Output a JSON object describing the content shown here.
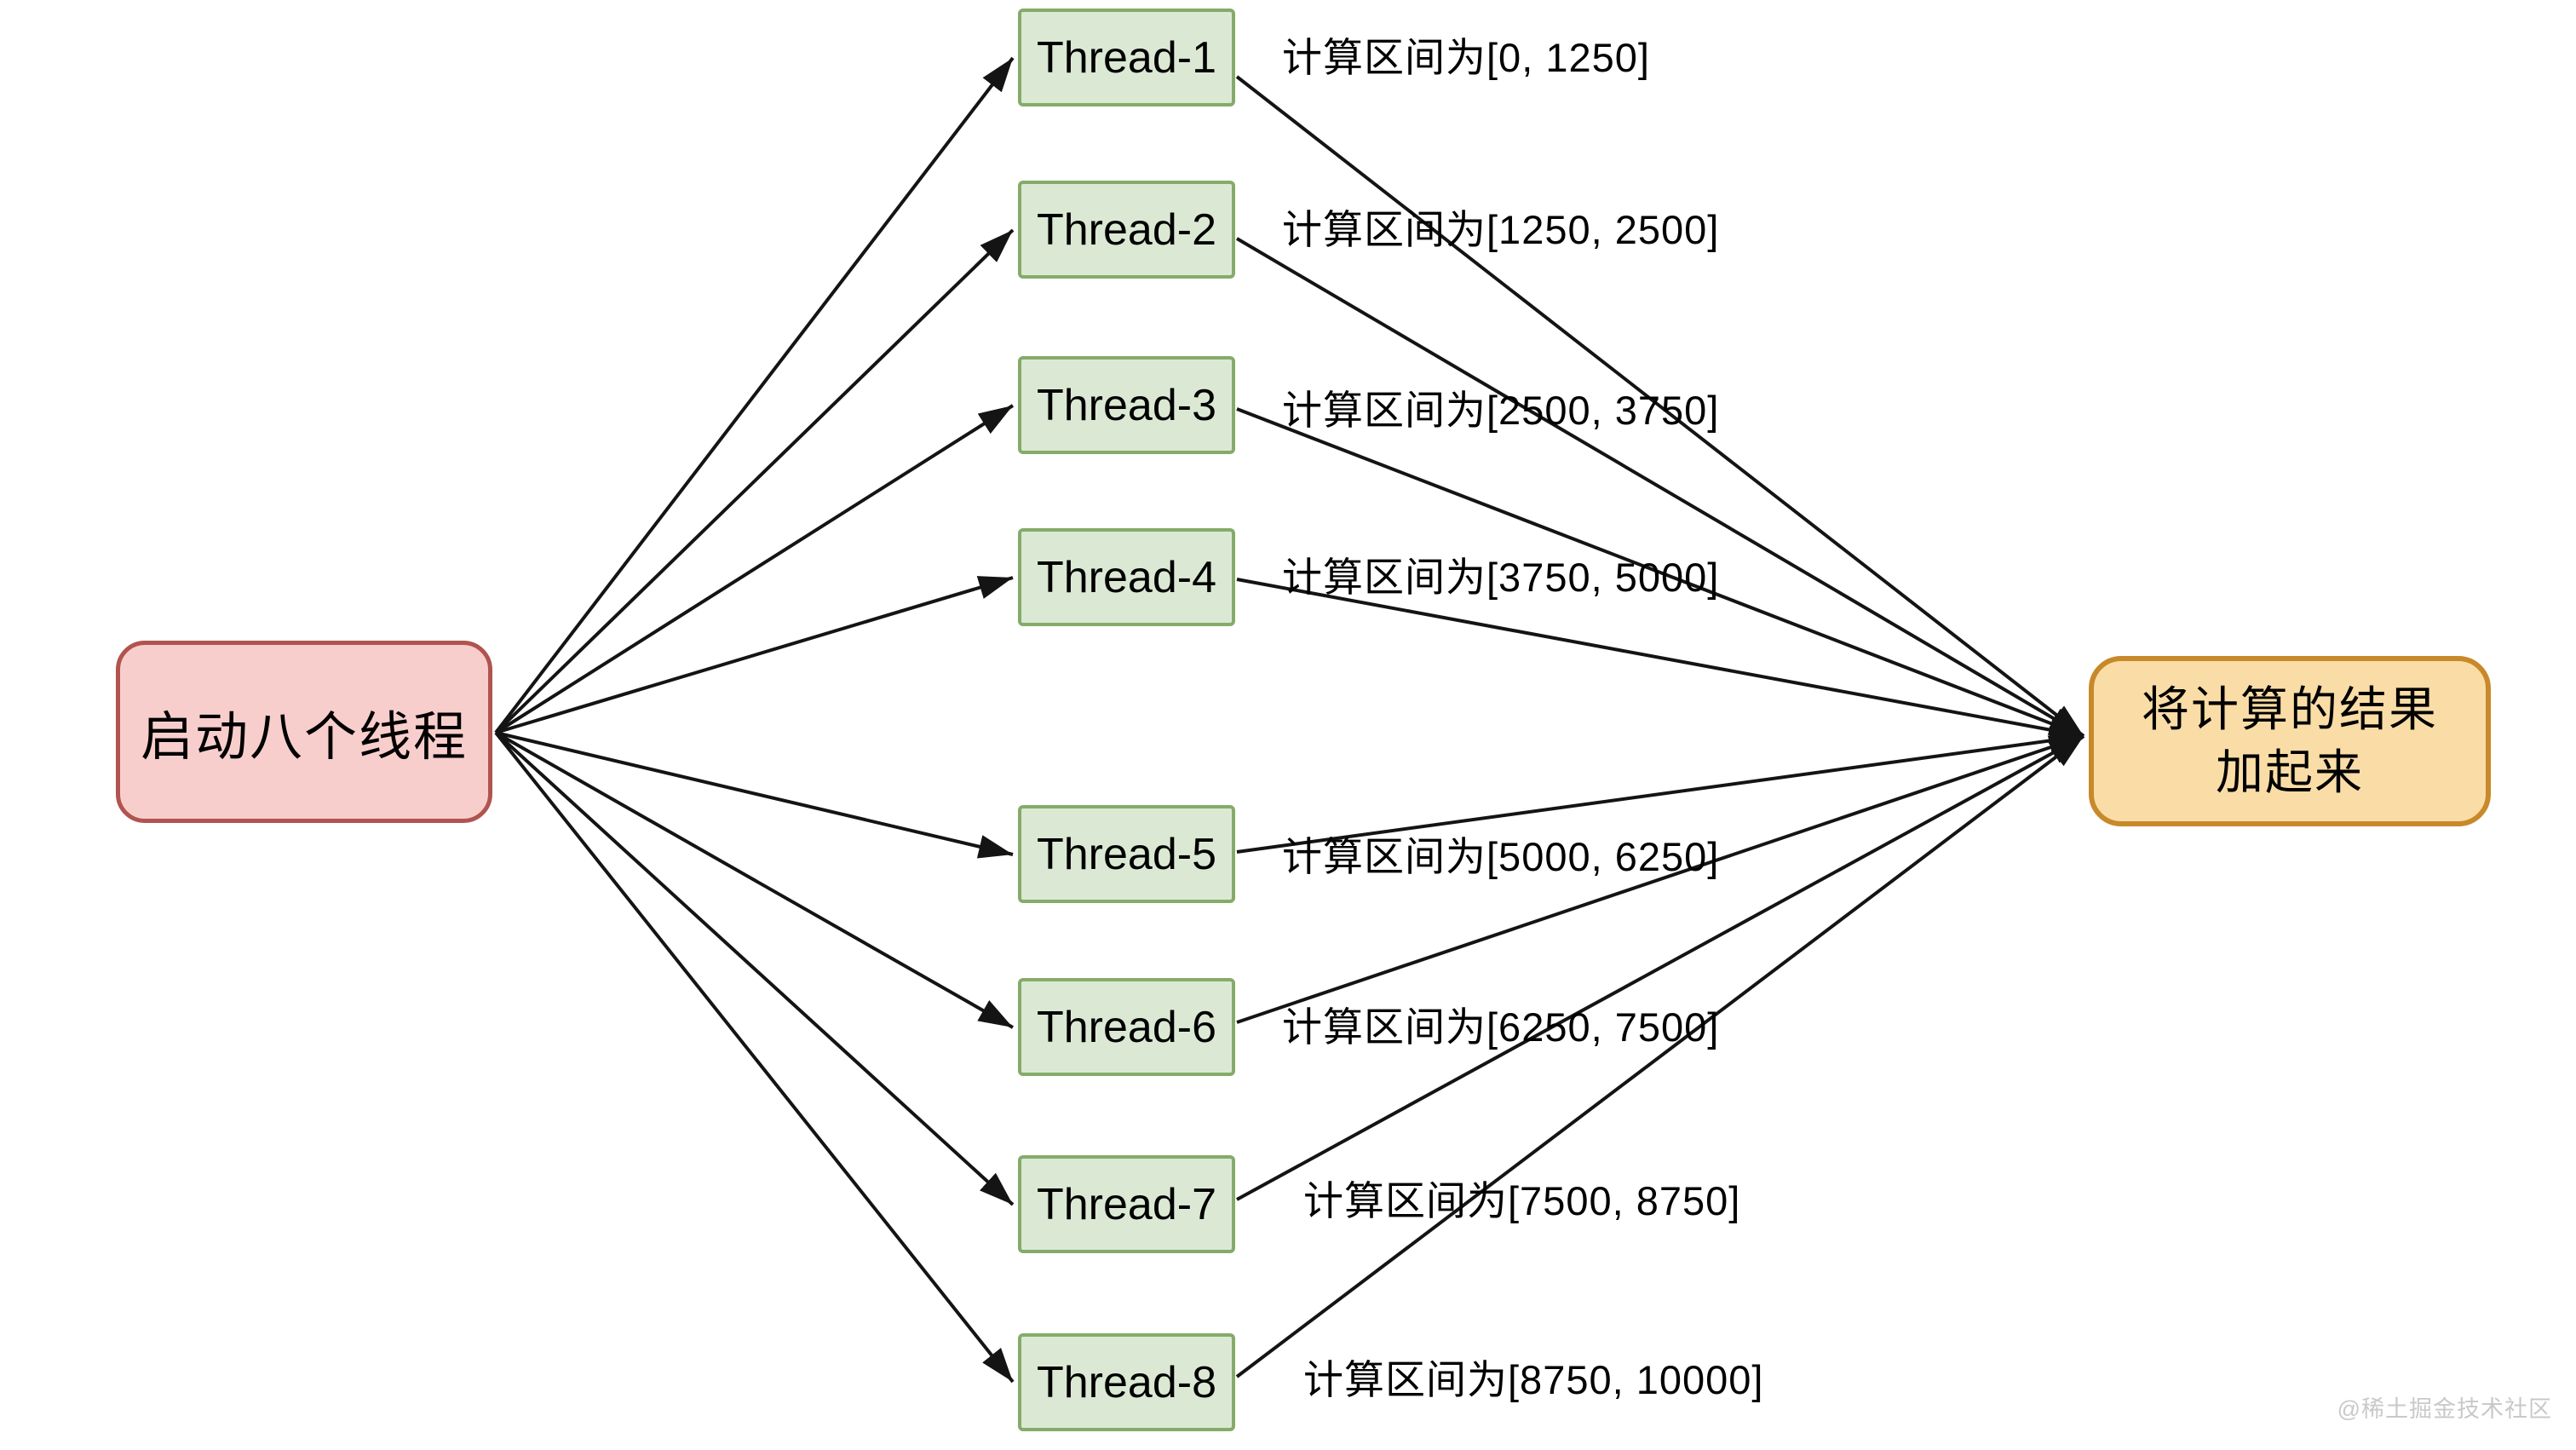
{
  "diagram": {
    "source": {
      "label": "启动八个线程"
    },
    "sink": {
      "lines": [
        "将计算的结果",
        "加起来"
      ]
    },
    "threads": [
      {
        "name": "Thread-1",
        "range_label": "计算区间为[0, 1250]"
      },
      {
        "name": "Thread-2",
        "range_label": "计算区间为[1250, 2500]"
      },
      {
        "name": "Thread-3",
        "range_label": "计算区间为[2500, 3750]"
      },
      {
        "name": "Thread-4",
        "range_label": "计算区间为[3750, 5000]"
      },
      {
        "name": "Thread-5",
        "range_label": "计算区间为[5000, 6250]"
      },
      {
        "name": "Thread-6",
        "range_label": "计算区间为[6250, 7500]"
      },
      {
        "name": "Thread-7",
        "range_label": "计算区间为[7500, 8750]"
      },
      {
        "name": "Thread-8",
        "range_label": "计算区间为[8750, 10000]"
      }
    ]
  },
  "watermark": "@稀土掘金技术社区",
  "colors": {
    "source_fill": "#f8cecc",
    "source_stroke": "#b05450",
    "thread_fill": "#dbe9d4",
    "thread_stroke": "#85ab6a",
    "sink_fill": "#fadda6",
    "sink_stroke": "#c8892b",
    "arrow": "#141414"
  }
}
